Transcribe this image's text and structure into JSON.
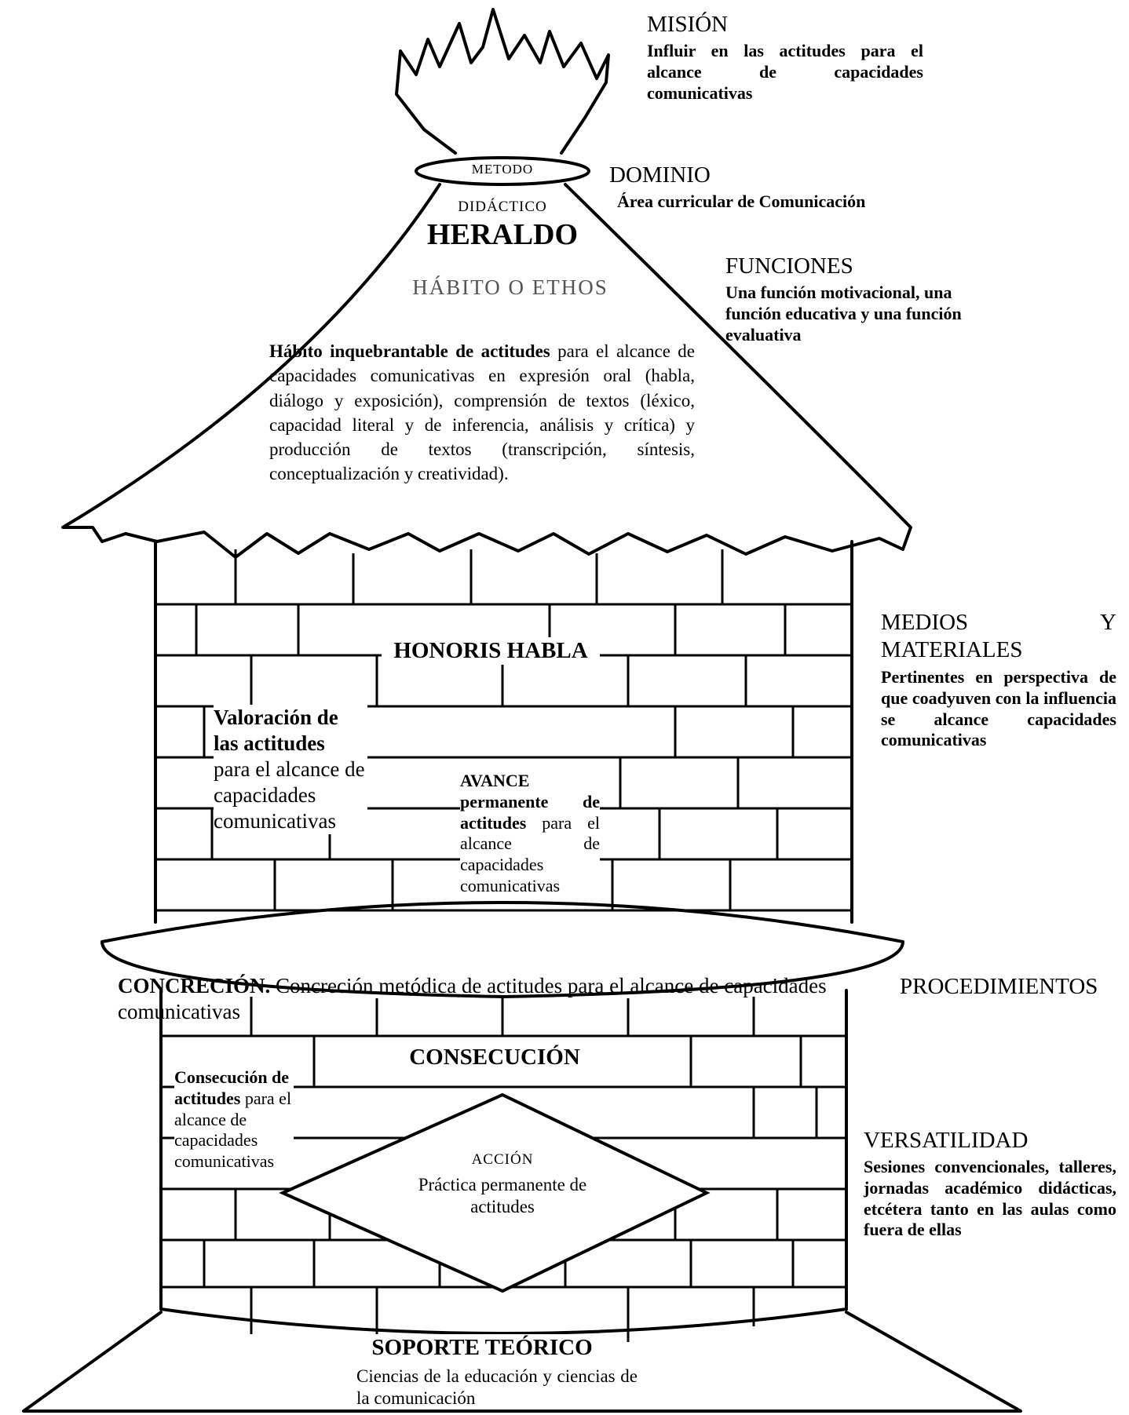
{
  "flame": {
    "mision_title": "MISIÓN",
    "mision_text": "Influir en las actitudes para el alcance de capacidades comunicativas"
  },
  "roof": {
    "metodo": "METODO",
    "didactico": "DIDÁCTICO",
    "heraldo": "HERALDO",
    "habito_title": "HÁBITO O ETHOS",
    "habito_bold": "Hábito inquebrantable de actitudes",
    "habito_text": " para el alcance de capacidades comunicativas en expresión oral (habla, diálogo y exposición), comprensión de textos (léxico, capacidad literal y de inferencia, análisis y crítica)  y producción de textos (transcripción, síntesis, conceptualización y creatividad)."
  },
  "dominio": {
    "title": "DOMINIO",
    "text": "Área curricular de Comunicación"
  },
  "funciones": {
    "title": "FUNCIONES",
    "text": "Una función motivacional, una función educativa y una función evaluativa"
  },
  "tower_upper": {
    "honoris": "HONORIS HABLA",
    "valoracion_bold": "Valoración de las actitudes",
    "valoracion_text": "para el alcance de capacidades comunicativas",
    "avance_bold1": "AVANCE permanente de actitudes",
    "avance_text1": " para el alcance de capacidades comunicativas"
  },
  "medios": {
    "title": "MEDIOS Y MATERIALES",
    "text": "Pertinentes en perspectiva de que coadyuven con la influencia se alcance capacidades comunicativas"
  },
  "concrecion": {
    "bold": "CONCRECIÓN.",
    "text": " Concreción metódica de actitudes para el alcance de capacidades comunicativas"
  },
  "procedimientos": {
    "title": "PROCEDIMIENTOS"
  },
  "tower_lower": {
    "consecucion": "CONSECUCIÓN",
    "consecucion_bold": "Consecución de actitudes",
    "consecucion_text": " para el alcance de capacidades comunicativas",
    "accion_title": "ACCIÓN",
    "accion_text": "Práctica permanente de actitudes"
  },
  "versatilidad": {
    "title": "VERSATILIDAD",
    "text": "Sesiones convencionales, talleres, jornadas académico didácticas, etcétera tanto en las aulas como fuera de ellas"
  },
  "soporte": {
    "title": "SOPORTE TEÓRICO",
    "text": "Ciencias de la educación y ciencias de la comunicación"
  }
}
